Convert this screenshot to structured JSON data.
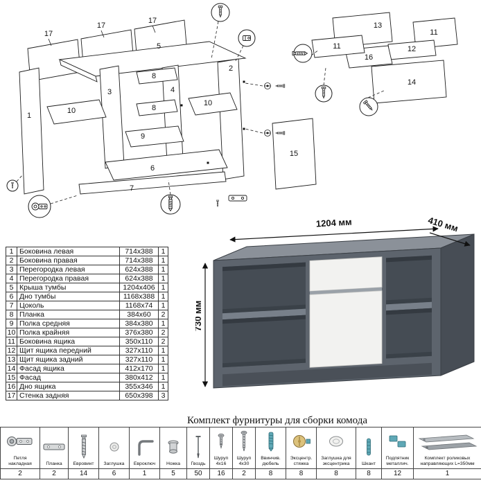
{
  "diagram": {
    "labels": {
      "p17a": "17",
      "p17b": "17",
      "p17c": "17",
      "p5": "5",
      "p1": "1",
      "p10l": "10",
      "p3": "3",
      "p8a": "8",
      "p4": "4",
      "p8b": "8",
      "p9": "9",
      "p10r": "10",
      "p2": "2",
      "p6": "6",
      "p7": "7",
      "p15": "15",
      "p13": "13",
      "p11a": "11",
      "p11b": "11",
      "p16": "16",
      "p12": "12",
      "p14": "14"
    }
  },
  "render": {
    "width_label": "1204 мм",
    "depth_label": "410 мм",
    "height_label": "730 мм"
  },
  "parts_table": {
    "rows": [
      {
        "num": "1",
        "name": "Боковина левая",
        "size": "714x388",
        "qty": "1"
      },
      {
        "num": "2",
        "name": "Боковина правая",
        "size": "714x388",
        "qty": "1"
      },
      {
        "num": "3",
        "name": "Перегородка левая",
        "size": "624x388",
        "qty": "1"
      },
      {
        "num": "4",
        "name": "Перегородка правая",
        "size": "624x388",
        "qty": "1"
      },
      {
        "num": "5",
        "name": "Крыша тумбы",
        "size": "1204x406",
        "qty": "1"
      },
      {
        "num": "6",
        "name": "Дно тумбы",
        "size": "1168x388",
        "qty": "1"
      },
      {
        "num": "7",
        "name": "Цоколь",
        "size": "1168x74",
        "qty": "1"
      },
      {
        "num": "8",
        "name": "Планка",
        "size": "384x60",
        "qty": "2"
      },
      {
        "num": "9",
        "name": "Полка средняя",
        "size": "384x380",
        "qty": "1"
      },
      {
        "num": "10",
        "name": "Полка крайняя",
        "size": "376x380",
        "qty": "2"
      },
      {
        "num": "11",
        "name": "Боковина ящика",
        "size": "350x110",
        "qty": "2"
      },
      {
        "num": "12",
        "name": "Щит ящика передний",
        "size": "327x110",
        "qty": "1"
      },
      {
        "num": "13",
        "name": "Щит ящика задний",
        "size": "327x110",
        "qty": "1"
      },
      {
        "num": "14",
        "name": "Фасад ящика",
        "size": "412x170",
        "qty": "1"
      },
      {
        "num": "15",
        "name": "Фасад",
        "size": "380x412",
        "qty": "1"
      },
      {
        "num": "16",
        "name": "Дно ящика",
        "size": "355x346",
        "qty": "1"
      },
      {
        "num": "17",
        "name": "Стенка задняя",
        "size": "650x398",
        "qty": "3"
      }
    ]
  },
  "hardware": {
    "title": "Комплект фурнитуры для сборки комода",
    "items": [
      {
        "name": "Петля накладная",
        "qty": "2"
      },
      {
        "name": "Планка",
        "qty": "2"
      },
      {
        "name": "Евровинт",
        "qty": "14"
      },
      {
        "name": "Заглушка",
        "qty": "6"
      },
      {
        "name": "Евроключ",
        "qty": "1"
      },
      {
        "name": "Ножка",
        "qty": "5"
      },
      {
        "name": "Гвоздь",
        "qty": "50"
      },
      {
        "name": "Шуруп 4x16",
        "qty": "16"
      },
      {
        "name": "Шуруп 4x30",
        "qty": "2"
      },
      {
        "name": "Ввинчив. дюбель",
        "qty": "8"
      },
      {
        "name": "Эксцентр. стяжка",
        "qty": "8"
      },
      {
        "name": "Заглушка для эксцентрика",
        "qty": "8"
      },
      {
        "name": "Шкант",
        "qty": "8"
      },
      {
        "name": "Подпятник металлич.",
        "qty": "12"
      },
      {
        "name": "Комплект роликовых направляющих L=350мм",
        "qty": "1"
      }
    ]
  }
}
